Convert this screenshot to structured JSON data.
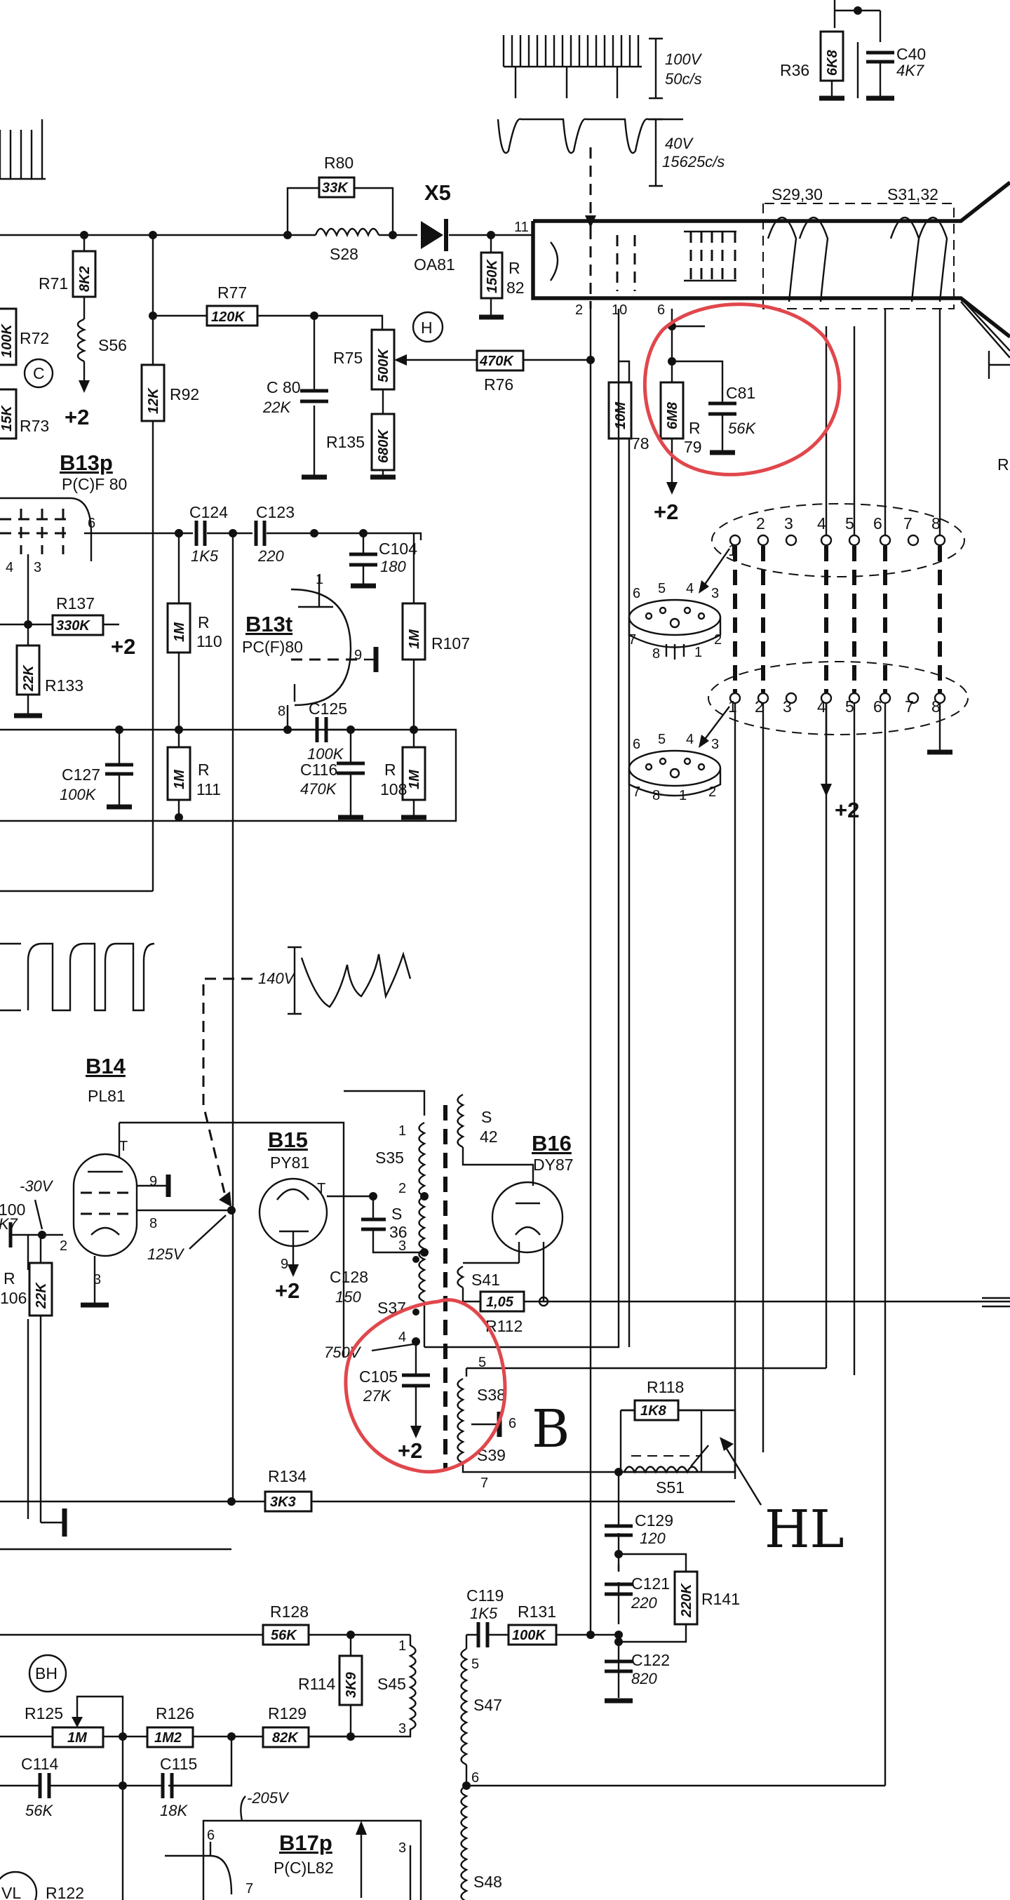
{
  "labels": {
    "R36": "R36",
    "R36_val": "6K8",
    "C40": "C40",
    "C40_val": "4K7",
    "wave_top_v": "100V",
    "wave_top_f": "50c/s",
    "wave_mid_v": "40V",
    "wave_mid_f": "15625c/s",
    "S29_30": "S29,30",
    "S31_32": "S31,32",
    "R80": "R80",
    "R80_val": "33K",
    "S28": "S28",
    "X5": "X5",
    "X5_type": "OA81",
    "R82": "R",
    "R82_num": "82",
    "R82_val": "150K",
    "pin11": "11",
    "pin2": "2",
    "pin10": "10",
    "pin6": "6",
    "R71": "R71",
    "R71_val": "8K2",
    "R72": "R72",
    "R72_val": "100K",
    "C_marker": "C",
    "R73": "R73",
    "R73_val": "15K",
    "S56": "S56",
    "R77": "R77",
    "R77_val": "120K",
    "H_marker": "H",
    "R92": "R92",
    "R92_val": "12K",
    "C80": "C 80",
    "C80_val": "22K",
    "R75": "R75",
    "R75_val": "500K",
    "R135": "R135",
    "R135_val": "680K",
    "R76": "R76",
    "R76_val": "470K",
    "R78_val": "10M",
    "R78_num": "78",
    "R79": "R",
    "R79_num": "79",
    "R79_val": "6M8",
    "C81": "C81",
    "C81_val": "56K",
    "plus2": "+2",
    "B13p": "B13p",
    "B13p_type": "P(C)F 80",
    "C124": "C124",
    "C124_val": "1K5",
    "C123": "C123",
    "C123_val": "220",
    "C104": "C104",
    "C104_val": "180",
    "R137": "R137",
    "R137_val": "330K",
    "R133": "R133",
    "R133_val": "22K",
    "R110": "R",
    "R110_num": "110",
    "R110_val": "1M",
    "B13t": "B13t",
    "B13t_type": "PC(F)80",
    "R107": "R107",
    "R107_val": "1M",
    "C125": "C125",
    "C125_val": "100K",
    "C116": "C116",
    "C116_val": "470K",
    "R108": "R",
    "R108_num": "108",
    "R108_val": "1M",
    "C127": "C127",
    "C127_val": "100K",
    "R111": "R",
    "R111_num": "111",
    "R111_val": "1M",
    "sock_nums": [
      "1",
      "2",
      "3",
      "4",
      "5",
      "6",
      "7",
      "8"
    ],
    "sock_top": [
      "6",
      "5",
      "4",
      "3",
      "7",
      "8",
      "1",
      "2"
    ],
    "wave_140": "140V",
    "B14": "B14",
    "B14_type": "PL81",
    "B15": "B15",
    "B15_type": "PY81",
    "B16": "B16",
    "B16_type": "DY87",
    "S42": "S",
    "S42_num": "42",
    "S35": "S35",
    "S36": "S",
    "S36_num": "36",
    "S37": "S37",
    "C128": "C128",
    "C128_val": "150",
    "S41": "S41",
    "R112": "R112",
    "R112_val": "1,05",
    "m30v": "-30V",
    "v125": "125V",
    "v750": "750V",
    "C105": "C105",
    "C105_val": "27K",
    "S38": "S38",
    "S39": "S39",
    "hand_B": "B",
    "R118": "R118",
    "R118_val": "1K8",
    "S51": "S51",
    "hand_HL": "HL",
    "R134": "R134",
    "R134_val": "3K3",
    "R106": "R",
    "R106_num": "106",
    "R106_val": "22K",
    "c100": "100",
    "k7": "K7",
    "T": "T",
    "C129": "C129",
    "C129_val": "120",
    "C121": "C121",
    "C121_val": "220",
    "R141": "R141",
    "R141_val": "220K",
    "C122": "C122",
    "C122_val": "820",
    "R128": "R128",
    "R128_val": "56K",
    "C119": "C119",
    "C119_val": "1K5",
    "R131": "R131",
    "R131_val": "100K",
    "BH_marker": "BH",
    "R114": "R114",
    "R114_val": "3K9",
    "S45": "S45",
    "R125": "R125",
    "R125_val": "1M",
    "R126": "R126",
    "R126_val": "1M2",
    "R129": "R129",
    "R129_val": "82K",
    "S47": "S47",
    "S48": "S48",
    "C114": "C114",
    "C114_val": "56K",
    "C115": "C115",
    "C115_val": "18K",
    "v205": "-205V",
    "B17p": "B17p",
    "B17p_type": "P(C)L82",
    "VL_marker": "VL",
    "R122": "R122",
    "R_cut": "R",
    "num1": "1",
    "num3": "3",
    "num4": "4",
    "num5": "5",
    "num7": "7",
    "num8": "8",
    "num9": "9"
  },
  "colors": {
    "ink": "#111111",
    "annotation": "#e0474c"
  }
}
